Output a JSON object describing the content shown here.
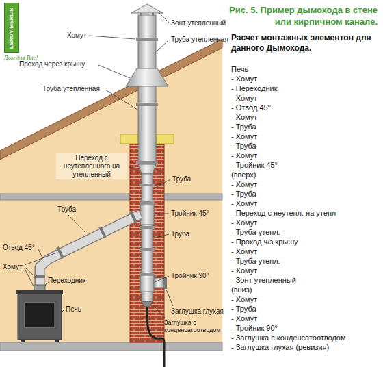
{
  "diagram": {
    "title": "Рис. 5. Пример дымохода в стене или кирпичном канале.",
    "nodes": [
      {
        "text": [
          "LEROY MERLIN",
          "Дом для Вас!"
        ]
      }
    ],
    "labels": [
      "Зонт утепленный",
      "Хомут",
      "Труба утепленная",
      "Проход через крышу",
      "Труба утепленная",
      "Переход с неутепленного на утепленный",
      "Труба",
      "Труба",
      "Тройник 45°",
      "Труба",
      "Отвод 45°",
      "Хомут",
      "Тройник 90°",
      "Переходник",
      "Печь",
      "Заглушка глухая",
      "Заглушка с конденсатоотводом",
      "Расчет монтажных элементов для данного Дымохода.",
      "Печь",
      "- Хомут",
      "- Переходник",
      "- Хомут",
      "- Отвод 45°",
      "- Хомут",
      "- Труба",
      "- Хомут",
      "- Труба",
      "- Хомут",
      "- Тройник 45°",
      "(вверх)",
      "- Хомут",
      "- Труба",
      "- Хомут",
      "- Переход с неутепл. на утепл",
      "- Хомут",
      "- Труба утепл.",
      "- Проход ч/з крышу",
      "- Хомут",
      "- Труба утепл.",
      "- Хомут",
      "- Зонт утепленный",
      "(вниз)",
      "- Хомут",
      "- Труба",
      "- Хомут",
      "- Тройник 90°",
      "- Заглушка с конденсатоотводом",
      "- Заглушка глухая (ревизия)"
    ]
  }
}
